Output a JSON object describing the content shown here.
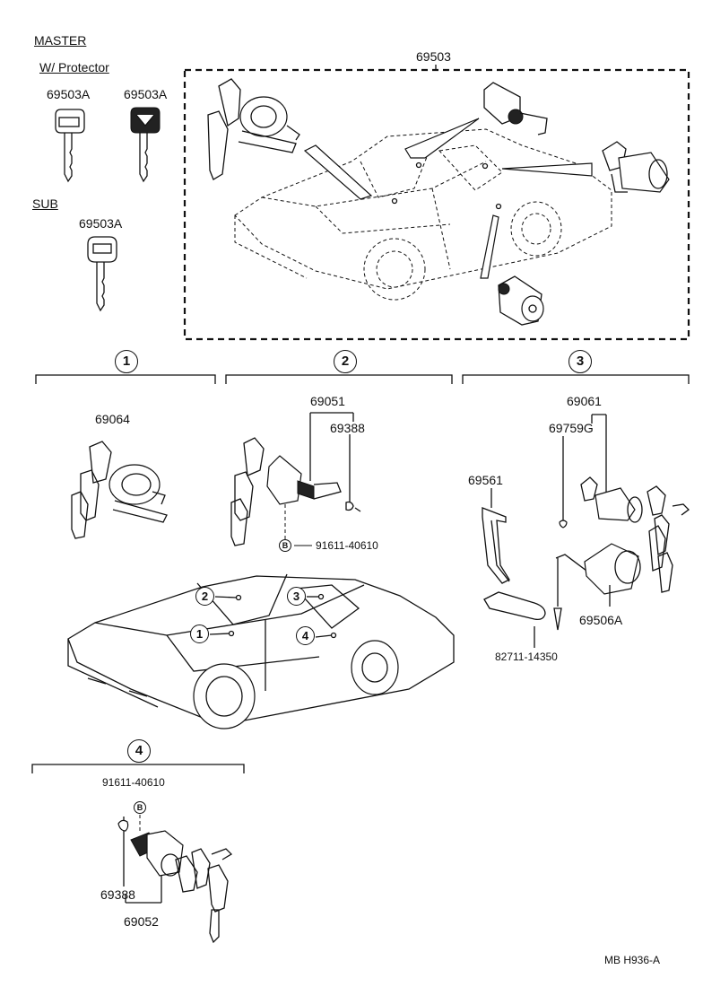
{
  "headers": {
    "master": "MASTER",
    "protector": "W/ Protector",
    "sub": "SUB"
  },
  "parts": {
    "key_master_1": "69503A",
    "key_master_2": "69503A",
    "key_sub": "69503A",
    "set_69503": "69503",
    "p69064": "69064",
    "p69051": "69051",
    "p69388_a": "69388",
    "p91611_a": "91611-40610",
    "p69061": "69061",
    "p69759g": "69759G",
    "p69561": "69561",
    "p69506a": "69506A",
    "p82711": "82711-14350",
    "p91611_b": "91611-40610",
    "p69388_b": "69388",
    "p69052": "69052"
  },
  "callouts": {
    "c1": "1",
    "c2": "2",
    "c3": "3",
    "c4": "4",
    "b": "B"
  },
  "footer": "MB  H936-A"
}
